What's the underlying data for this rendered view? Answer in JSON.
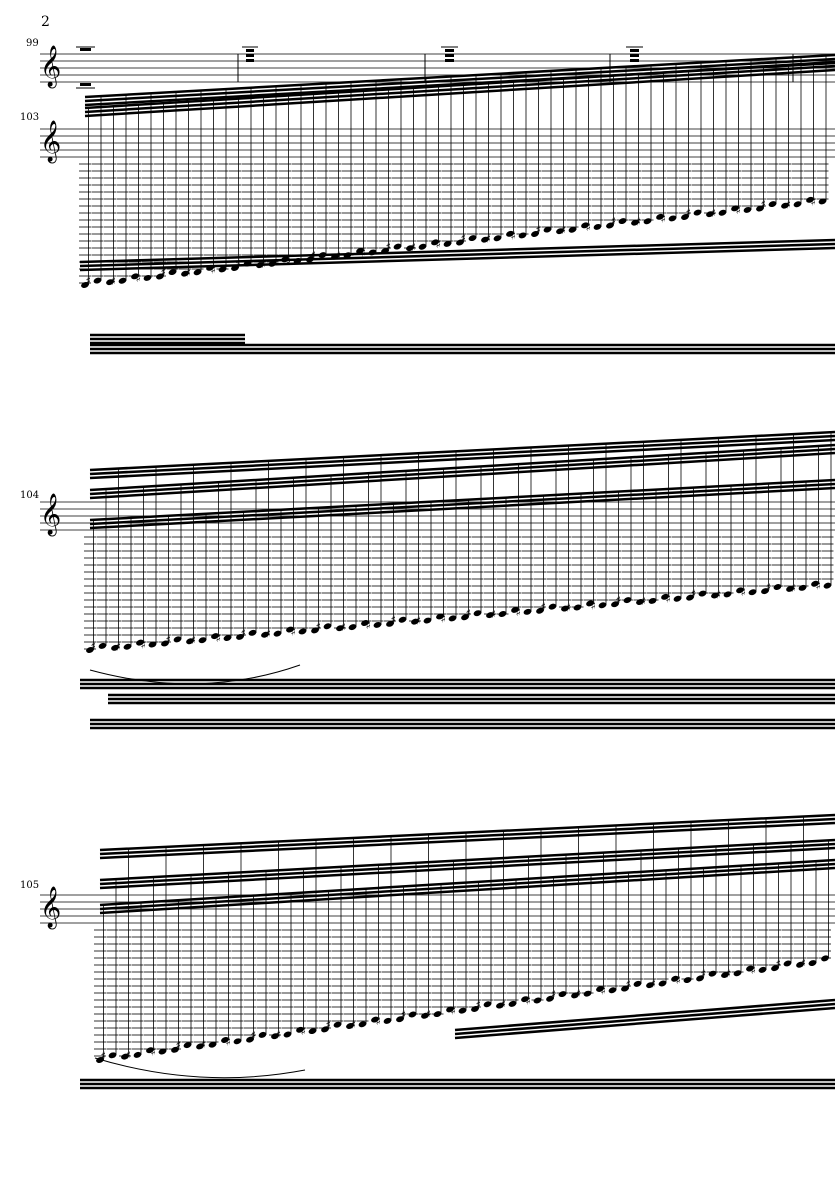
{
  "page_number": "2",
  "systems": [
    {
      "measure": "99"
    },
    {
      "measure": "103"
    },
    {
      "measure": "104"
    },
    {
      "measure": "105"
    }
  ],
  "colors": {
    "ink": "#000000",
    "paper": "#ffffff"
  }
}
